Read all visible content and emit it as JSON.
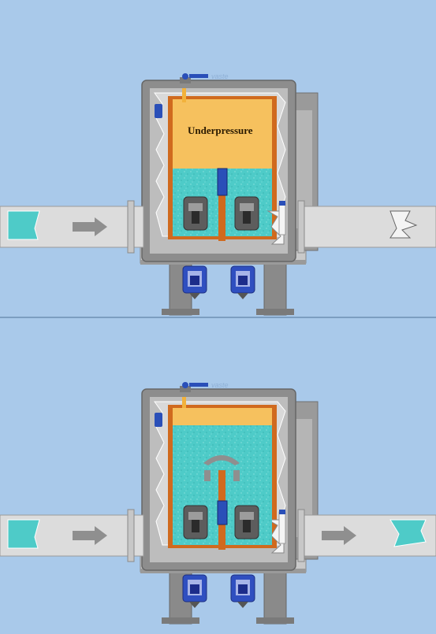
{
  "panels": [
    {
      "label": "Underpressure",
      "valve_tag": "vaste"
    },
    {
      "label": "",
      "valve_tag": "vaste"
    }
  ],
  "colors": {
    "background": "#a9c9ea",
    "water": "#4ecbc8",
    "air": "#f6c15e",
    "tank_wall": "#d06a1e",
    "housing": "#8d8d8d",
    "pipe": "#dcdcdc",
    "arrow": "#8f8f8f",
    "motor": "#3a59c8"
  }
}
